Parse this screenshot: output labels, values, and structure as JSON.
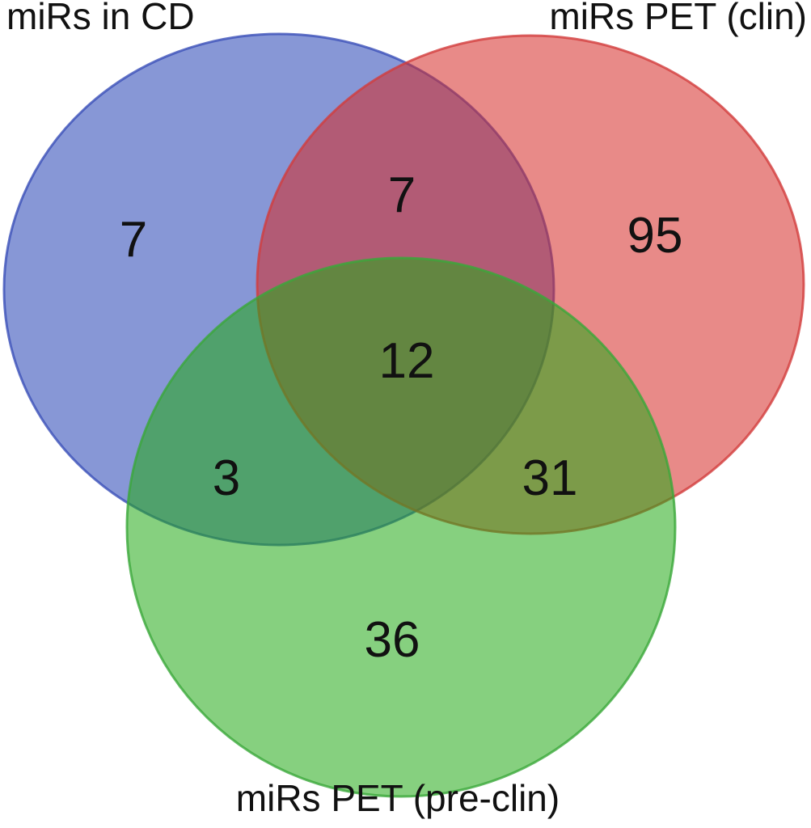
{
  "chart_data": {
    "type": "venn",
    "sets": [
      {
        "name": "miRs in CD",
        "color": "#2542b4",
        "stroke": "#3a4fb8"
      },
      {
        "name": "miRs PET (clin)",
        "color": "#d52a27",
        "stroke": "#d23c3c"
      },
      {
        "name": "miRs PET (pre-clin)",
        "color": "#23aa16",
        "stroke": "#3aa83a"
      }
    ],
    "regions": [
      {
        "sets": [
          "miRs in CD"
        ],
        "value": 7
      },
      {
        "sets": [
          "miRs in CD",
          "miRs PET (clin)"
        ],
        "value": 7
      },
      {
        "sets": [
          "miRs PET (clin)"
        ],
        "value": 95
      },
      {
        "sets": [
          "miRs in CD",
          "miRs PET (clin)",
          "miRs PET (pre-clin)"
        ],
        "value": 12
      },
      {
        "sets": [
          "miRs in CD",
          "miRs PET (pre-clin)"
        ],
        "value": 3
      },
      {
        "sets": [
          "miRs PET (clin)",
          "miRs PET (pre-clin)"
        ],
        "value": 31
      },
      {
        "sets": [
          "miRs PET (pre-clin)"
        ],
        "value": 36
      }
    ]
  }
}
